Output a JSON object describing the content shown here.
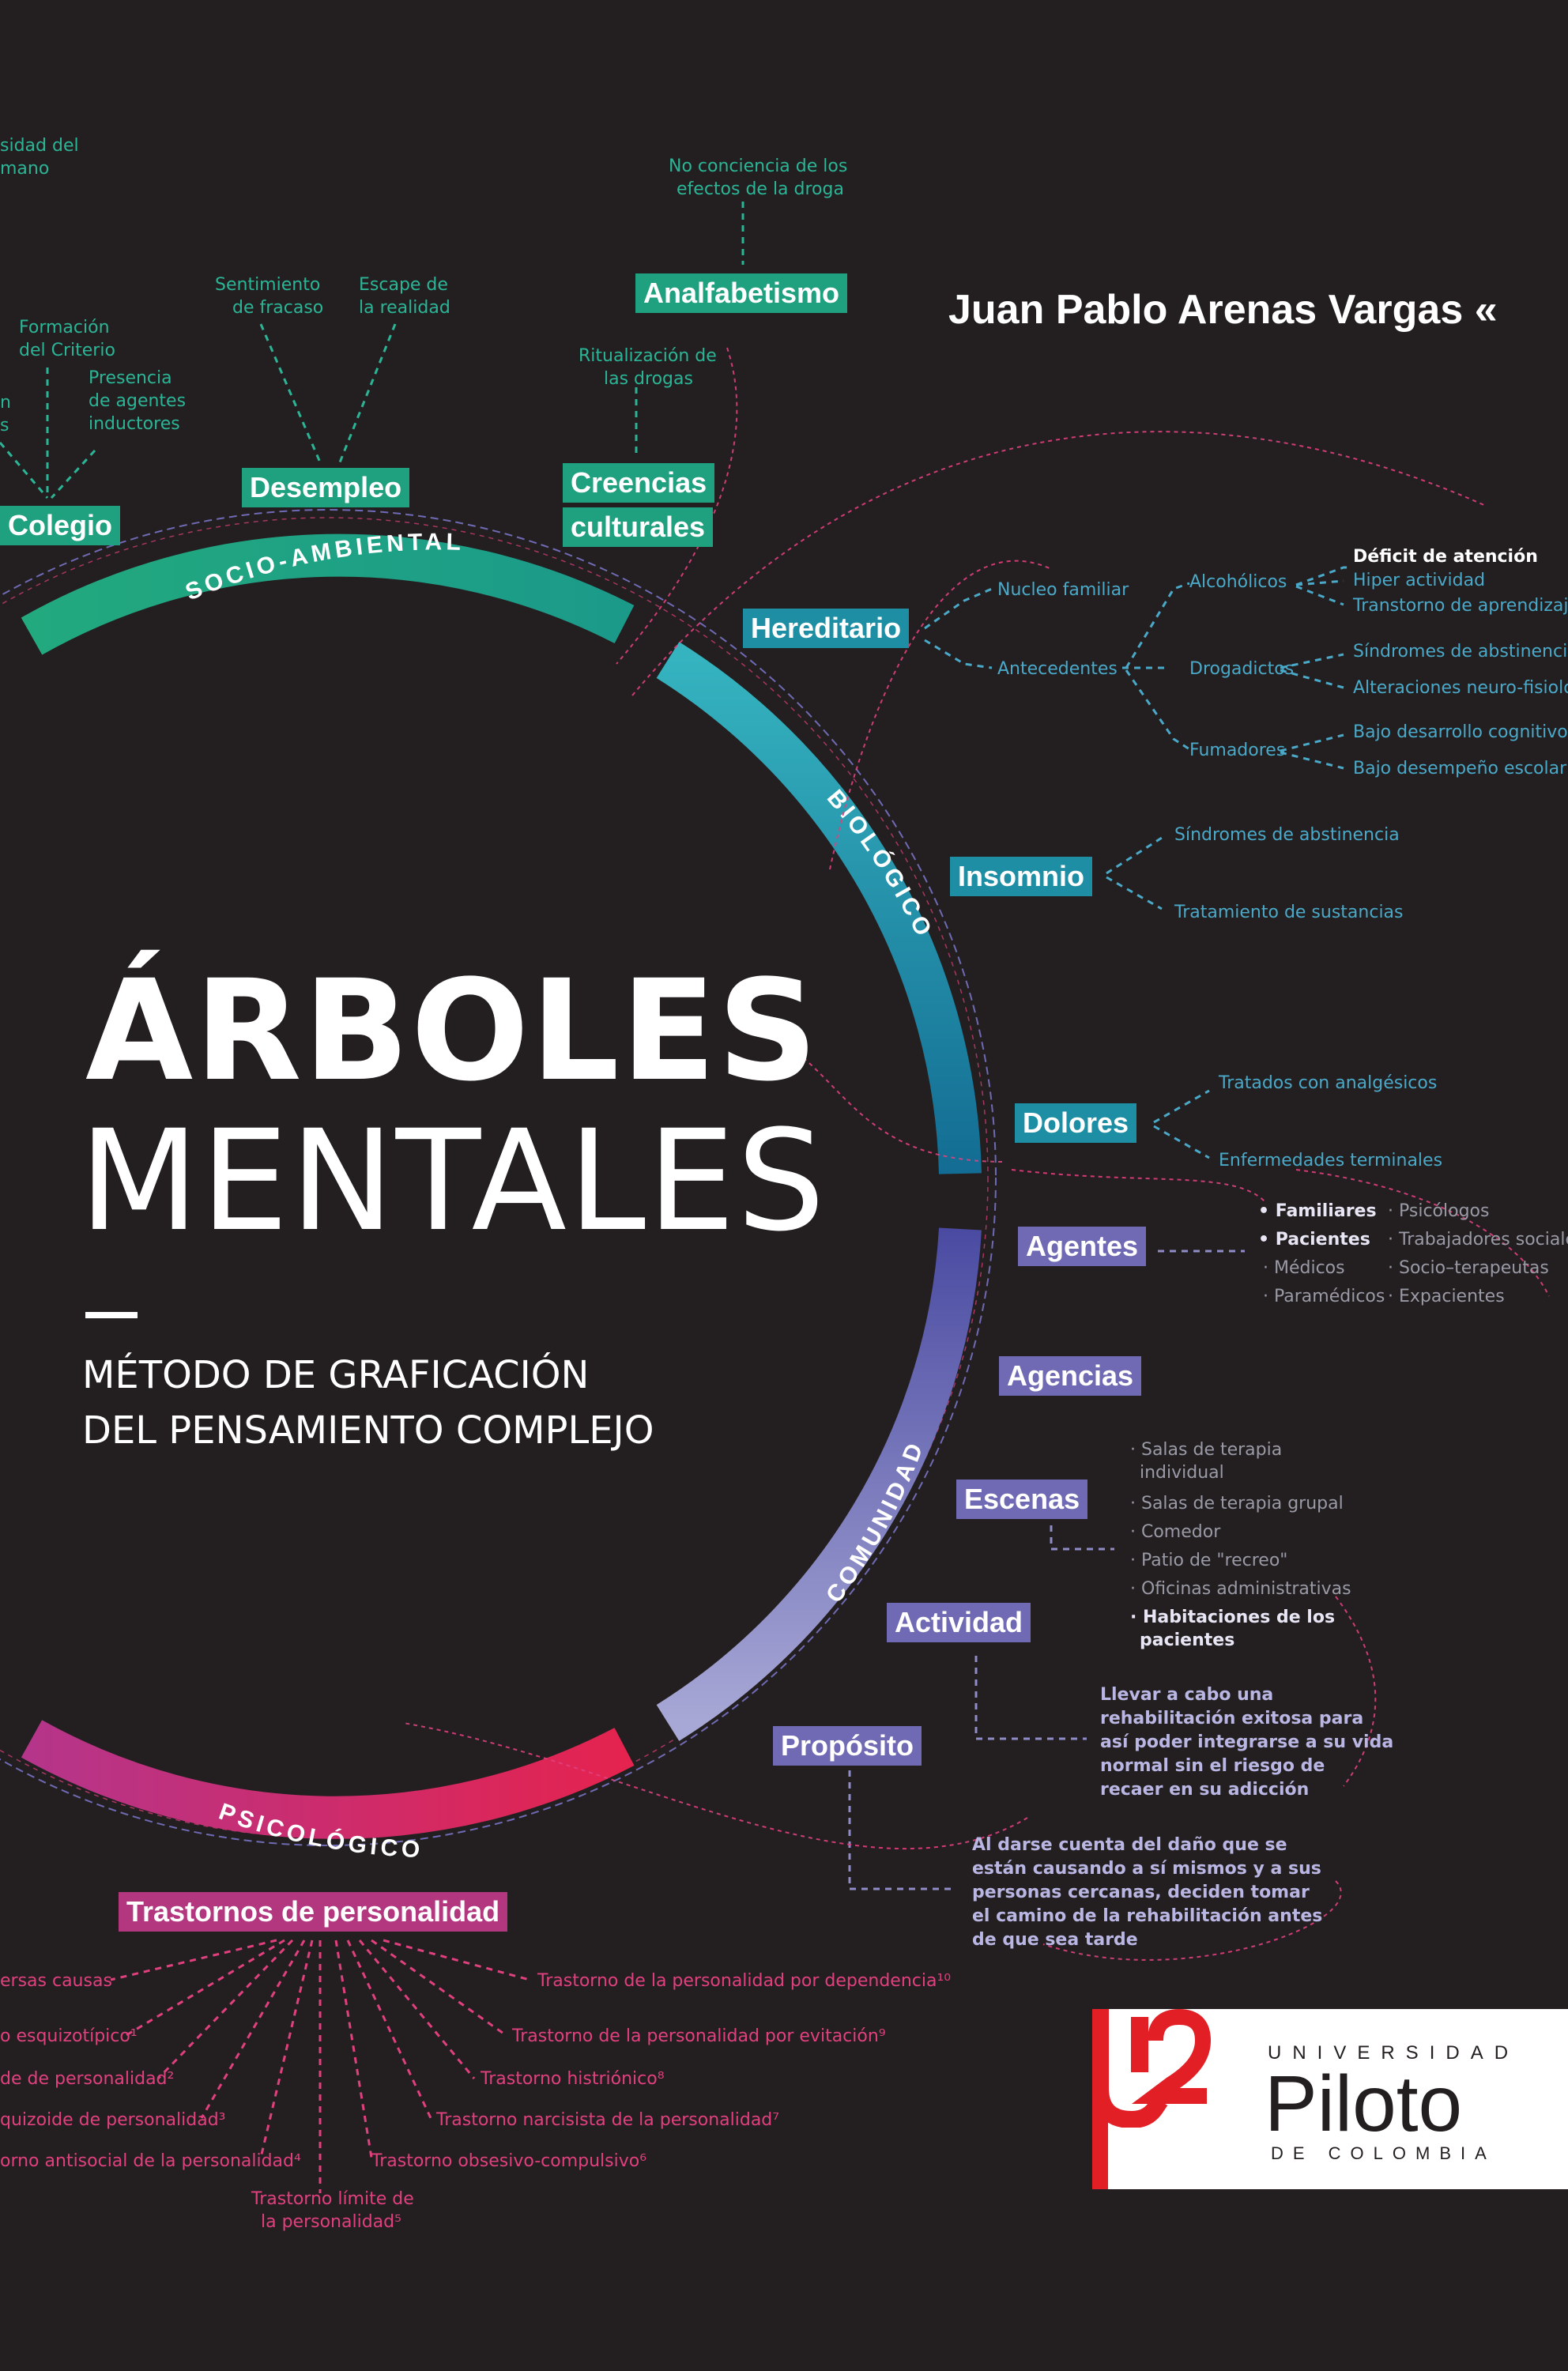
{
  "author": "Juan Pablo Arenas Vargas «",
  "title": {
    "line1": "ÁRBOLES",
    "line2": "MENTALES",
    "method1": "MÉTODO DE GRAFICACIÓN",
    "method2": "DEL PENSAMIENTO COMPLEJO"
  },
  "ring": {
    "socio": "SOCIO-AMBIENTAL",
    "bio": "BIOLÓGICO",
    "com": "COMUNIDAD",
    "psi": "PSICOLÓGICO"
  },
  "colors": {
    "background": "#231f20",
    "socio": "#1fa07f",
    "bio": "#1d8ea3",
    "comunidad": "#6f6ab3",
    "psicologico": "#b3377f",
    "logo_red": "#e31f26"
  },
  "socio": {
    "top_left_1": "sidad del",
    "top_left_2": "mano",
    "formacion_1": "Formación",
    "formacion_2": "del Criterio",
    "left_n": "n",
    "left_s": "s",
    "presencia_1": "Presencia",
    "presencia_2": "de agentes",
    "presencia_3": "inductores",
    "sentimiento_1": "Sentimiento",
    "sentimiento_2": "de fracaso",
    "escape_1": "Escape de",
    "escape_2": "la realidad",
    "noconc_1": "No conciencia de los",
    "noconc_2": "efectos de la droga",
    "ritual_1": "Ritualización de",
    "ritual_2": "las drogas",
    "colegio": "Colegio",
    "desempleo": "Desempleo",
    "analfabetismo": "Analfabetismo",
    "creencias": "Creencias",
    "culturales": "culturales"
  },
  "bio": {
    "hereditario": "Hereditario",
    "nucleo": "Nucleo familiar",
    "antecedentes": "Antecedentes",
    "alcoholicos": "Alcohólicos",
    "drogadictos": "Drogadictos",
    "fumadores": "Fumadores",
    "deficit": "Déficit de atención",
    "hiper": "Hiper actividad",
    "transtorno_apr": "Transtorno de aprendizaje",
    "sind_abs_1": "Síndromes de abstinencia",
    "alteraciones": "Alteraciones neuro-fisiológ",
    "bajo_des_cog": "Bajo desarrollo cognitivo",
    "bajo_des_esc": "Bajo desempeño escolar",
    "insomnio": "Insomnio",
    "sind_abs_2": "Síndromes de abstinencia",
    "tratamiento": "Tratamiento de sustancias",
    "dolores": "Dolores",
    "tratados": "Tratados con analgésicos",
    "enfermedades": "Enfermedades terminales"
  },
  "com": {
    "agentes": "Agentes",
    "familiares": "• Familiares",
    "pacientes": "• Pacientes",
    "medicos": "· Médicos",
    "paramedicos": "· Paramédicos",
    "psicologos": "· Psicólogos",
    "trabajadores": "· Trabajadores sociales",
    "socio_terapeutas": "· Socio–terapeutas",
    "expacientes": "· Expacientes",
    "agencias": "Agencias",
    "escenas": "Escenas",
    "salas_ind_1": "· Salas de terapia",
    "salas_ind_2": "individual",
    "salas_grup": "· Salas de terapia grupal",
    "comedor": "· Comedor",
    "patio": "· Patio de \"recreo\"",
    "oficinas": "· Oficinas administrativas",
    "habit_1": "· Habitaciones de los",
    "habit_2": "pacientes",
    "actividad": "Actividad",
    "act_1": "Llevar a cabo una",
    "act_2": "rehabilitación exitosa para",
    "act_3": "así poder integrarse a su vida",
    "act_4": "normal sin el riesgo de",
    "act_5": "recaer en su adicción",
    "proposito": "Propósito",
    "prop_1": "Al darse cuenta del daño que se",
    "prop_2": "están causando a sí mismos y a sus",
    "prop_3": "personas cercanas, deciden tomar",
    "prop_4": "el camino de la rehabilitación antes",
    "prop_5": "de que sea tarde"
  },
  "psi": {
    "trastornos": "Trastornos de personalidad",
    "l1": "ersas causas",
    "l2": "o esquizotípico¹",
    "l3": "de de personalidad²",
    "l4": "quizoide de personalidad³",
    "l5": "orno antisocial de la personalidad⁴",
    "limite_1": "Trastorno límite de",
    "limite_2": "la personalidad⁵",
    "r1": "Trastorno de la personalidad por dependencia¹⁰",
    "r2": "Trastorno de la personalidad por evitación⁹",
    "r3": "Trastorno histriónico⁸",
    "r4": "Trastorno narcisista de la personalidad⁷",
    "r5": "Trastorno obsesivo-compulsivo⁶"
  },
  "logo": {
    "universidad": "UNIVERSIDAD",
    "piloto": "Piloto",
    "colombia": "DE COLOMBIA"
  }
}
